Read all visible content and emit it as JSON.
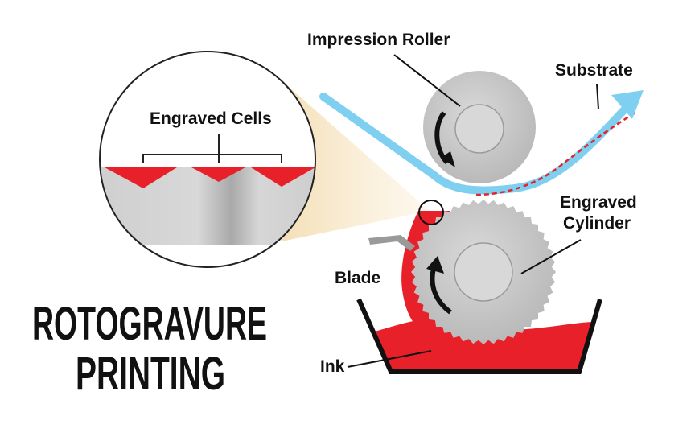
{
  "labels": {
    "impression_roller": "Impression Roller",
    "substrate": "Substrate",
    "engraved_cells": "Engraved Cells",
    "engraved_cylinder_line1": "Engraved",
    "engraved_cylinder_line2": "Cylinder",
    "blade": "Blade",
    "ink": "Ink"
  },
  "title": {
    "line1": "ROTOGRAVURE",
    "line2": "PRINTING"
  },
  "colors": {
    "ink_red": "#e8202a",
    "substrate_blue": "#7fd0f0",
    "roller_gray": "#c8c8c8",
    "hub_gray": "#d4d4d4",
    "zoom_cone": "#f6e7c6",
    "text": "#111111"
  },
  "icons": {
    "roller_rotation": "arrow-counterclockwise-icon",
    "cylinder_rotation": "arrow-clockwise-icon",
    "substrate_direction": "arrow-right-icon"
  }
}
